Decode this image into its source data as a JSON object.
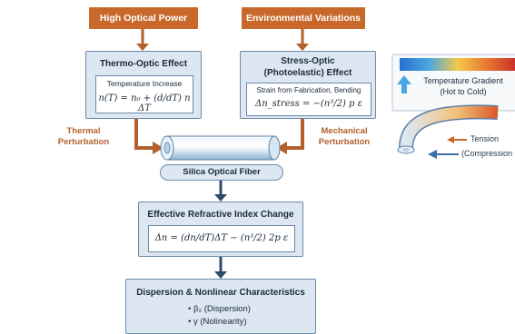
{
  "inputs": {
    "power_label": "High Optical Power",
    "environment_label": "Environmental Variations"
  },
  "thermo": {
    "title": "Thermo-Optic Effect",
    "inner_label": "Temperature Increase",
    "equation": "n(T) = n₀ + (d/dT) n ΔT"
  },
  "stress": {
    "title_line1": "Stress-Optic",
    "title_line2": "(Photoelastic) Effect",
    "inner_label": "Strain from Fabrication, Bending",
    "equation": "Δn_stress = −(n³/2) p ε"
  },
  "gradient": {
    "label_line1": "Temperature Gradient",
    "label_line2": "(Hot to Cold)",
    "colors": [
      "#2a6fd1",
      "#49a6e0",
      "#f2c94c",
      "#e8772e",
      "#c9302c"
    ]
  },
  "labels": {
    "thermal_line1": "Thermal",
    "thermal_line2": "Perturbation",
    "mechanical_line1": "Mechanical",
    "mechanical_line2": "Perturbation",
    "tension": "Tension",
    "compression": "(Compression"
  },
  "fiber": {
    "label": "Silica Optical Fiber"
  },
  "index_change": {
    "title": "Effective Refractive Index Change",
    "equation": "Δn = (dn/dT)ΔT − (n³/2) 2p ε"
  },
  "result": {
    "title": "Dispersion & Nonlinear Characteristics",
    "bullets": [
      "• β₂ (Dispersion)",
      "• γ (Nolinearity)"
    ]
  },
  "colors": {
    "accent_orange": "#c8692b",
    "panel_blue": "#dce7f1",
    "arrow_navy": "#2e4a6b"
  }
}
